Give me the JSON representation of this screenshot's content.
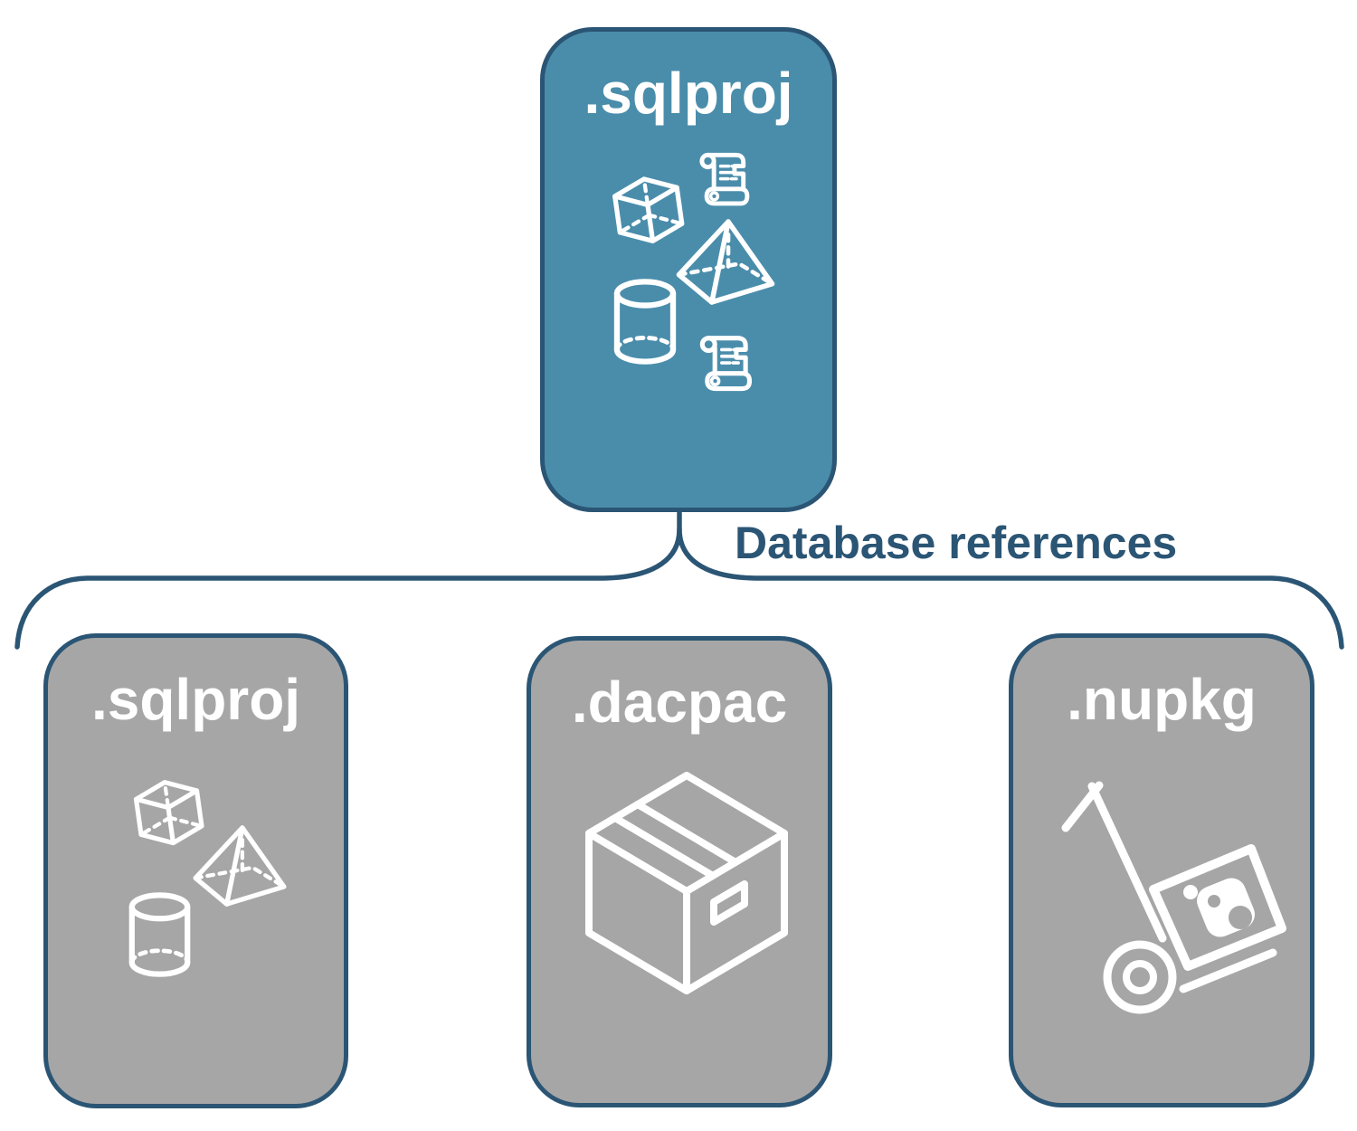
{
  "colors": {
    "accent": "#4a8dab",
    "muted": "#a6a6a6",
    "line": "#2b5574",
    "icon": "#ffffff",
    "label": "#ffffff"
  },
  "root": {
    "label": ".sqlproj",
    "icons": [
      "cube",
      "scroll",
      "pyramid",
      "cylinder",
      "scroll"
    ]
  },
  "connector": {
    "label": "Database references"
  },
  "children": [
    {
      "label": ".sqlproj",
      "icons": [
        "cube",
        "pyramid",
        "cylinder"
      ]
    },
    {
      "label": ".dacpac",
      "icons": [
        "package-box"
      ]
    },
    {
      "label": ".nupkg",
      "icons": [
        "nuget-handtruck"
      ]
    }
  ]
}
